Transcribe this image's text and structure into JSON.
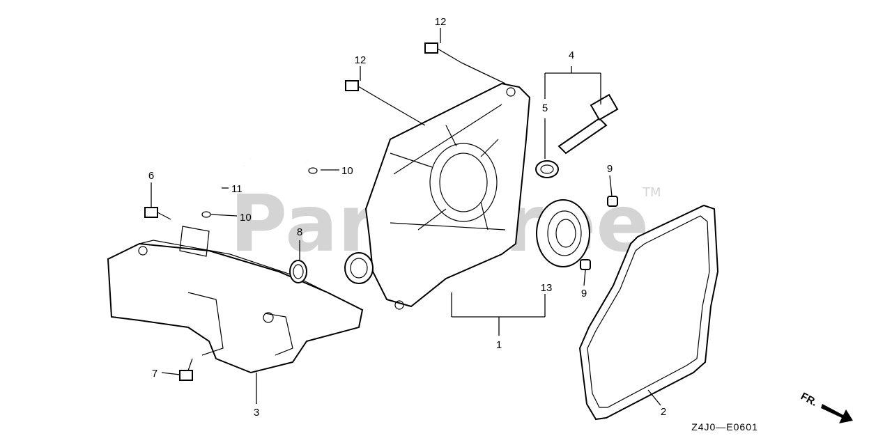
{
  "watermark": "PartsTree",
  "trademark": "TM",
  "diagram_code": "Z4J0—E0601",
  "direction_label": "FR.",
  "callouts": [
    {
      "id": "c1",
      "text": "1"
    },
    {
      "id": "c2",
      "text": "2"
    },
    {
      "id": "c3",
      "text": "3"
    },
    {
      "id": "c4",
      "text": "4"
    },
    {
      "id": "c5",
      "text": "5"
    },
    {
      "id": "c6",
      "text": "6"
    },
    {
      "id": "c7",
      "text": "7"
    },
    {
      "id": "c8",
      "text": "8"
    },
    {
      "id": "c9a",
      "text": "9"
    },
    {
      "id": "c9b",
      "text": "9"
    },
    {
      "id": "c10a",
      "text": "10"
    },
    {
      "id": "c10b",
      "text": "10"
    },
    {
      "id": "c11",
      "text": "11"
    },
    {
      "id": "c12a",
      "text": "12"
    },
    {
      "id": "c12b",
      "text": "12"
    },
    {
      "id": "c13",
      "text": "13"
    }
  ]
}
